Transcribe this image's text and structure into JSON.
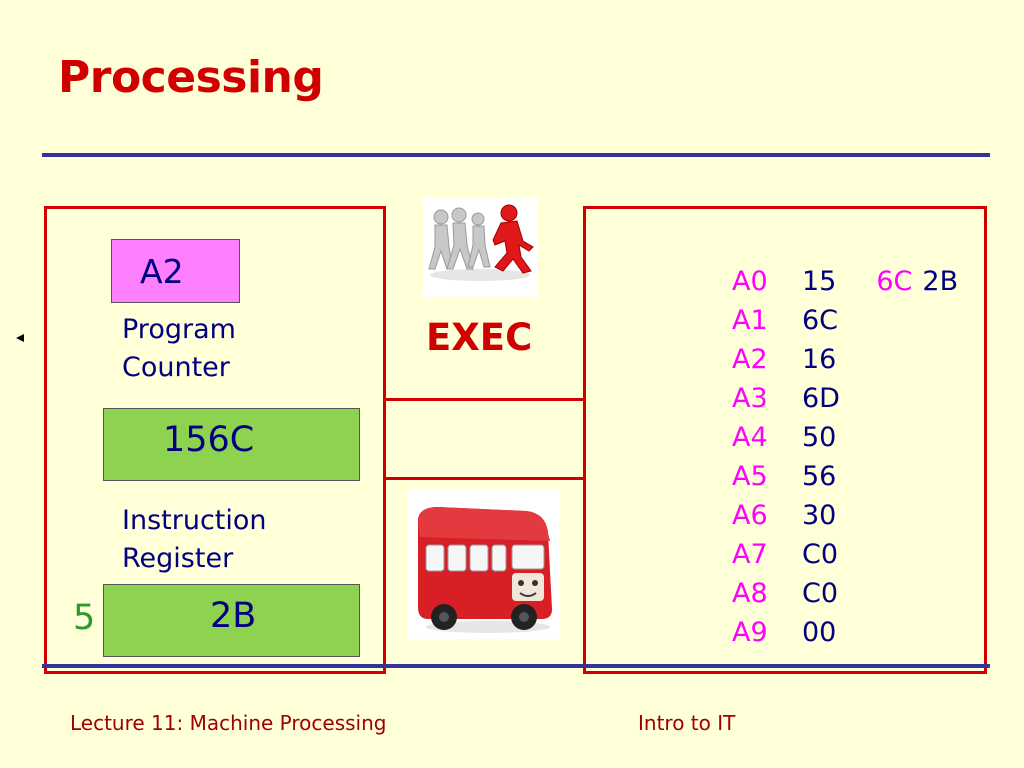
{
  "slide": {
    "title": "Processing",
    "exec_label": "EXEC",
    "step_number": "5"
  },
  "program_counter": {
    "value": "A2",
    "label_line1": "Program",
    "label_line2": "Counter"
  },
  "accumulator": {
    "value": "156C"
  },
  "instruction_register": {
    "value": "2B",
    "label_line1": "Instruction",
    "label_line2": "Register"
  },
  "memory": {
    "rows": [
      {
        "addr": "A0",
        "value": "15",
        "extra1": "6C",
        "extra2": "2B"
      },
      {
        "addr": "A1",
        "value": "6C"
      },
      {
        "addr": "A2",
        "value": "16"
      },
      {
        "addr": "A3",
        "value": "6D"
      },
      {
        "addr": "A4",
        "value": "50"
      },
      {
        "addr": "A5",
        "value": "56"
      },
      {
        "addr": "A6",
        "value": "30"
      },
      {
        "addr": "A7",
        "value": "C0"
      },
      {
        "addr": "A8",
        "value": "C0"
      },
      {
        "addr": "A9",
        "value": "00"
      }
    ]
  },
  "footer": {
    "left": "Lecture 11: Machine Processing",
    "right": "Intro to IT"
  },
  "images": {
    "runners": "running-figures-image",
    "bus": "red-bus-image"
  },
  "colors": {
    "background": "#ffffd8",
    "title": "#d00000",
    "rule": "#33339a",
    "pc_box": "#ff80ff",
    "green_box": "#8ed34f",
    "address": "#ff00ff",
    "value": "#000080"
  }
}
